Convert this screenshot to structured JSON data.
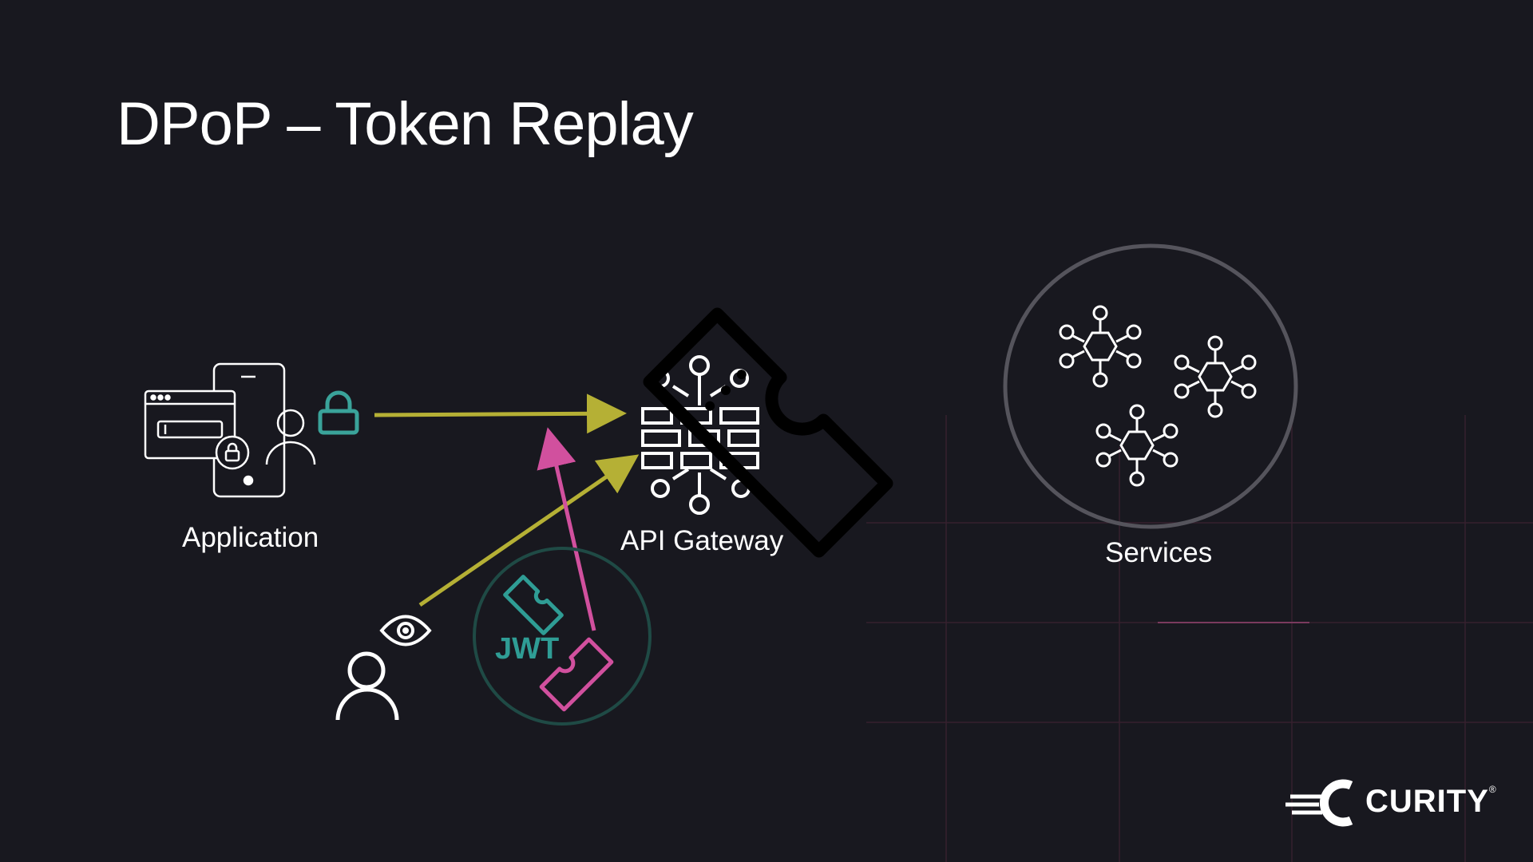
{
  "slide": {
    "title": "DPoP – Token Replay"
  },
  "diagram": {
    "nodes": {
      "application": {
        "label": "Application"
      },
      "api_gateway": {
        "label": "API Gateway"
      },
      "services": {
        "label": "Services"
      },
      "token_badge": {
        "text": "JWT"
      }
    },
    "colors": {
      "background": "#18181f",
      "flow_arrow": "#b5b035",
      "attack_arrow": "#d1509e",
      "lock": "#3aa39a",
      "jwt_teal": "#2f9d95",
      "services_circle": "#55545c",
      "jwt_circle": "#1f4a45"
    },
    "icons": [
      "browser-window-icon",
      "phone-icon",
      "user-icon",
      "lock-icon",
      "firewall-gateway-icon",
      "ticket-icon",
      "eye-icon",
      "attacker-user-icon",
      "jwt-ticket-icon",
      "microservice-hexagon-icon"
    ]
  },
  "brand": {
    "logo_text": "CURITY",
    "trademark": "®"
  }
}
